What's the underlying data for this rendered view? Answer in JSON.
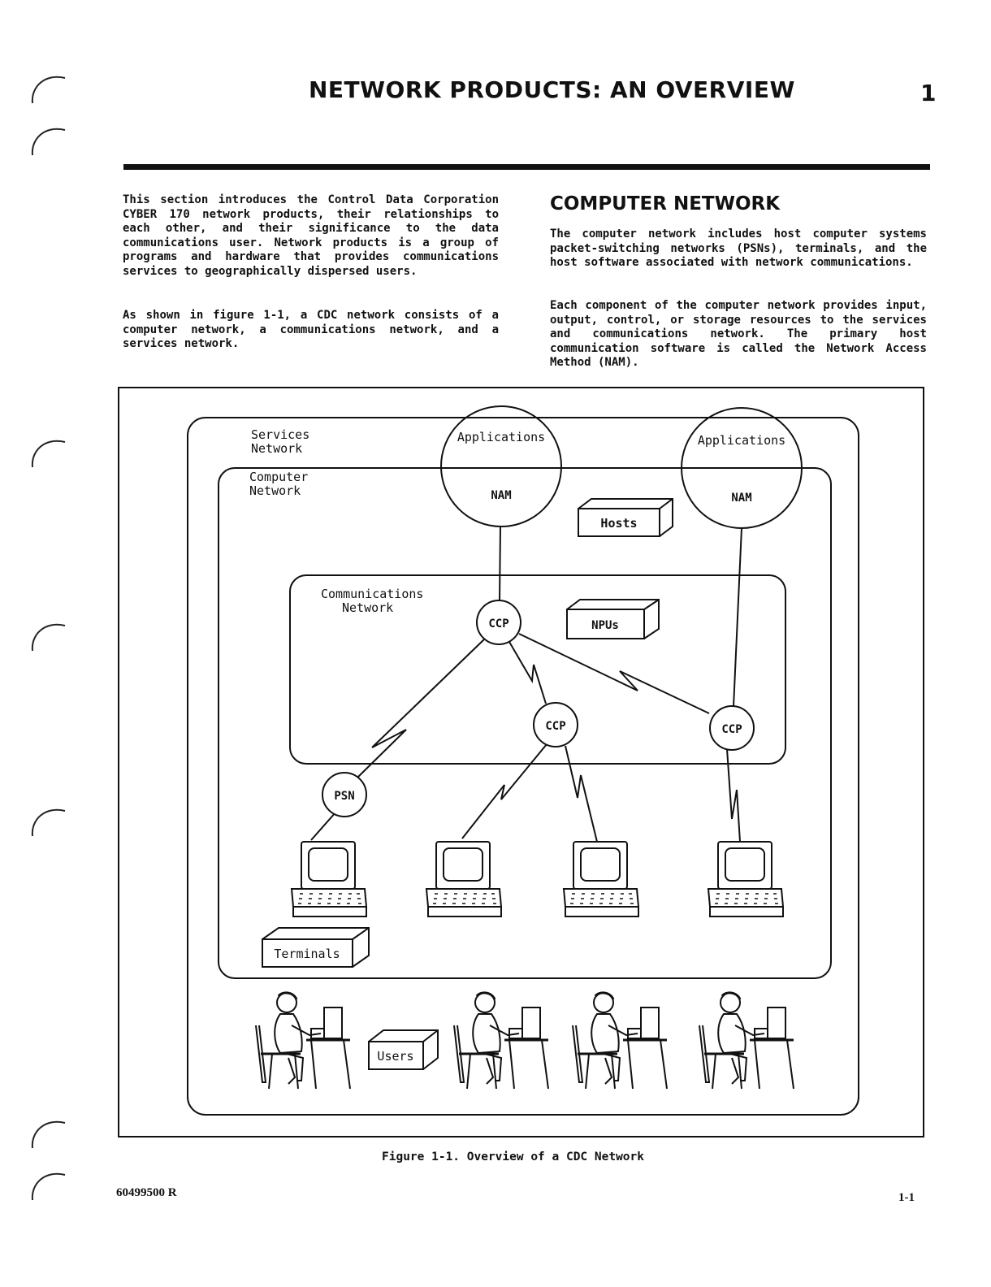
{
  "header": {
    "title": "NETWORK PRODUCTS: AN OVERVIEW",
    "chapter_number": "1"
  },
  "intro": {
    "paragraph1": "This section introduces the Control Data Corporation CYBER 170 network products, their relationships to each other, and their significance to the data communications user. Network products is a group of programs and hardware that provides communications services to geographically dispersed users.",
    "paragraph2": "As shown in figure 1-1, a CDC network consists of a computer network, a communications network, and a services network."
  },
  "computer_network_section": {
    "heading": "COMPUTER NETWORK",
    "paragraph1": "The computer network includes host computer systems packet-switching networks (PSNs), terminals, and the host software associated with network communications.",
    "paragraph2": "Each component of the computer network provides input, output, control, or storage resources to the services and communications network. The primary host communication software is called the Network Access Method (NAM)."
  },
  "figure": {
    "services_network_label": [
      "Services",
      "Network"
    ],
    "computer_network_label": [
      "Computer",
      "Network"
    ],
    "communications_network_label": [
      "Communications",
      "Network"
    ],
    "applications_label": "Applications",
    "nam_label": "NAM",
    "hosts_label": "Hosts",
    "npus_label": "NPUs",
    "ccp_label": "CCP",
    "psn_label": "PSN",
    "terminals_label": "Terminals",
    "users_label": "Users",
    "caption": "Figure 1-1.  Overview of a CDC Network"
  },
  "footer": {
    "doc_number": "60499500 R",
    "page_number": "1-1"
  }
}
